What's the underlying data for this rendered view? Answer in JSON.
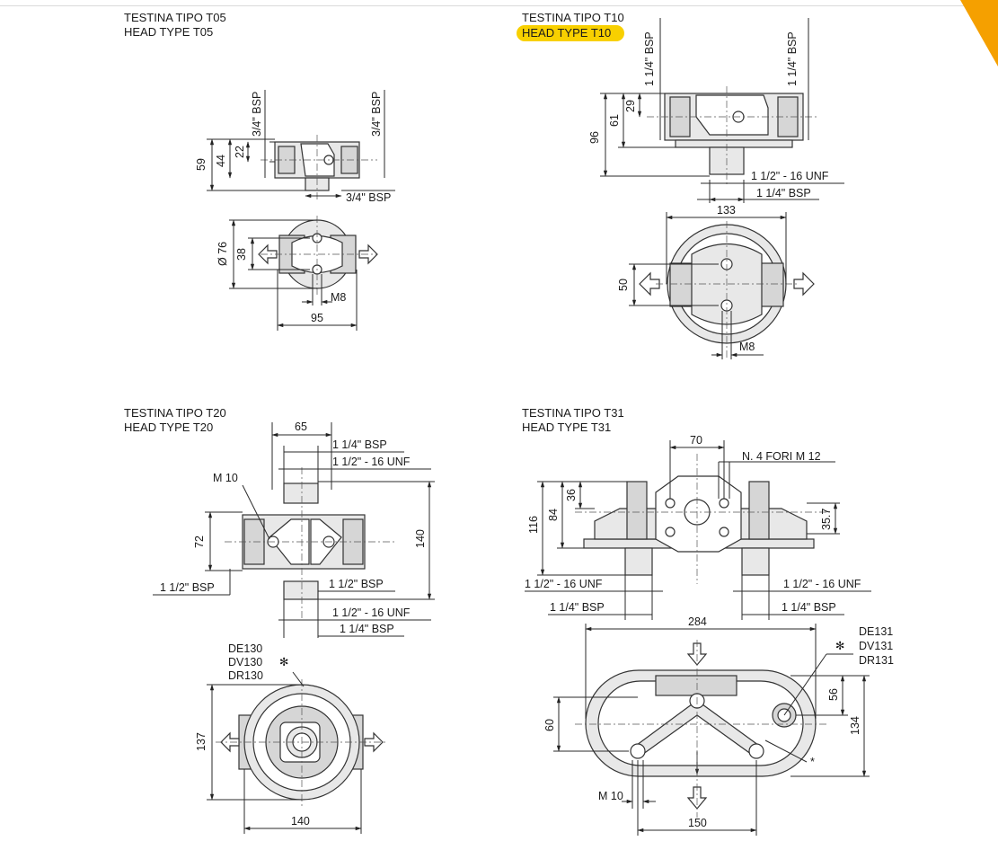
{
  "colors": {
    "accent": "#f5a000",
    "highlight": "#f8d000"
  },
  "t05": {
    "title_it": "TESTINA TIPO T05",
    "title_en": "HEAD TYPE T05",
    "dims": {
      "d59": "59",
      "d44": "44",
      "d22": "22",
      "bsp_left": "3/4\" BSP",
      "bsp_right": "3/4\" BSP",
      "bsp_bottom": "3/4\" BSP",
      "dia76": "Ø 76",
      "d38": "38",
      "m8": "M8",
      "d95": "95"
    }
  },
  "t10": {
    "title_it": "TESTINA TIPO T10",
    "title_en": "HEAD TYPE T10",
    "dims": {
      "d96": "96",
      "d61": "61",
      "d29": "29",
      "bsp_left": "1 1/4\" BSP",
      "bsp_right": "1 1/4\" BSP",
      "unf": "1 1/2\" - 16 UNF",
      "bsp_bottom": "1 1/4\" BSP",
      "d133": "133",
      "d50": "50",
      "m8": "M8"
    }
  },
  "t20": {
    "title_it": "TESTINA TIPO T20",
    "title_en": "HEAD TYPE T20",
    "dims": {
      "d65": "65",
      "bsp_top": "1 1/4\" BSP",
      "unf_top": "1 1/2\" - 16 UNF",
      "m10": "M 10",
      "d72": "72",
      "d140v": "140",
      "bsp_left": "1 1/2\" BSP",
      "bsp_right": "1 1/2\" BSP",
      "unf_bottom": "1 1/2\" - 16 UNF",
      "bsp_bottom": "1 1/4\" BSP",
      "de": "DE130",
      "dv": "DV130",
      "dr": "DR130",
      "star": "✻",
      "d137": "137",
      "d140h": "140"
    }
  },
  "t31": {
    "title_it": "TESTINA TIPO T31",
    "title_en": "HEAD TYPE T31",
    "dims": {
      "d70": "70",
      "holes": "N. 4 FORI M 12",
      "d116": "116",
      "d84": "84",
      "d36": "36",
      "d357": "35.7",
      "unf_left": "1 1/2\" - 16 UNF",
      "unf_right": "1 1/2\" - 16 UNF",
      "bsp_left": "1 1/4\" BSP",
      "bsp_right": "1 1/4\" BSP",
      "d284": "284",
      "de": "DE131",
      "dv": "DV131",
      "dr": "DR131",
      "star": "✻",
      "asterisk": "*",
      "d56": "56",
      "d134": "134",
      "d60": "60",
      "m10": "M 10",
      "d150": "150"
    }
  }
}
